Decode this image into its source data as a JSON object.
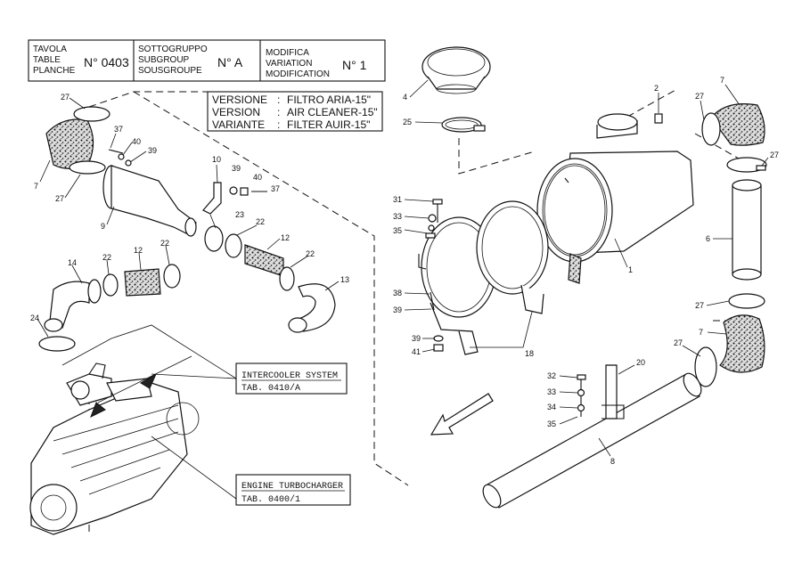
{
  "header": {
    "table_labels": [
      "TAVOLA",
      "TABLE",
      "PLANCHE"
    ],
    "table_number": "N° 0403",
    "subgroup_labels": [
      "SOTTOGRUPPO",
      "SUBGROUP",
      "SOUSGROUPE"
    ],
    "subgroup_value": "N° A",
    "modification_labels": [
      "MODIFICA",
      "VARIATION",
      "MODIFICATION"
    ],
    "modification_value": "N° 1"
  },
  "version_box": {
    "rows": [
      {
        "label": "VERSIONE",
        "sep": ":",
        "value": "FILTRO ARIA-15\""
      },
      {
        "label": "VERSION",
        "sep": ":",
        "value": "AIR CLEANER-15\""
      },
      {
        "label": "VARIANTE",
        "sep": ":",
        "value": "FILTER AUIR-15\""
      }
    ]
  },
  "references": {
    "intercooler": {
      "title": "INTERCOOLER SYSTEM",
      "tab": "TAB. 0410/A"
    },
    "turbocharger": {
      "title": "ENGINE TURBOCHARGER",
      "tab": "TAB. 0400/1"
    }
  },
  "callouts": {
    "c4": "4",
    "c25": "25",
    "c2": "2",
    "c27a": "27",
    "c7a": "7",
    "c27b": "27",
    "c6": "6",
    "c27c": "27",
    "c7b": "7",
    "c27d": "27",
    "c1": "1",
    "c31": "31",
    "c33a": "33",
    "c35a": "35",
    "c38": "38",
    "c39a": "39",
    "c39b": "39",
    "c41": "41",
    "c18": "18",
    "c20": "20",
    "c32": "32",
    "c33b": "33",
    "c34": "34",
    "c35b": "35",
    "c8": "8",
    "c27e": "27",
    "c7c": "7",
    "c27f": "27",
    "c37a": "37",
    "c40a": "40",
    "c39c": "39",
    "c9": "9",
    "c10": "10",
    "c39d": "39",
    "c40b": "40",
    "c37b": "37",
    "c23": "23",
    "c22a": "22",
    "c12a": "12",
    "c22b": "22",
    "c13": "13",
    "c14": "14",
    "c22c": "22",
    "c12b": "12",
    "c22d": "22",
    "c24": "24"
  }
}
